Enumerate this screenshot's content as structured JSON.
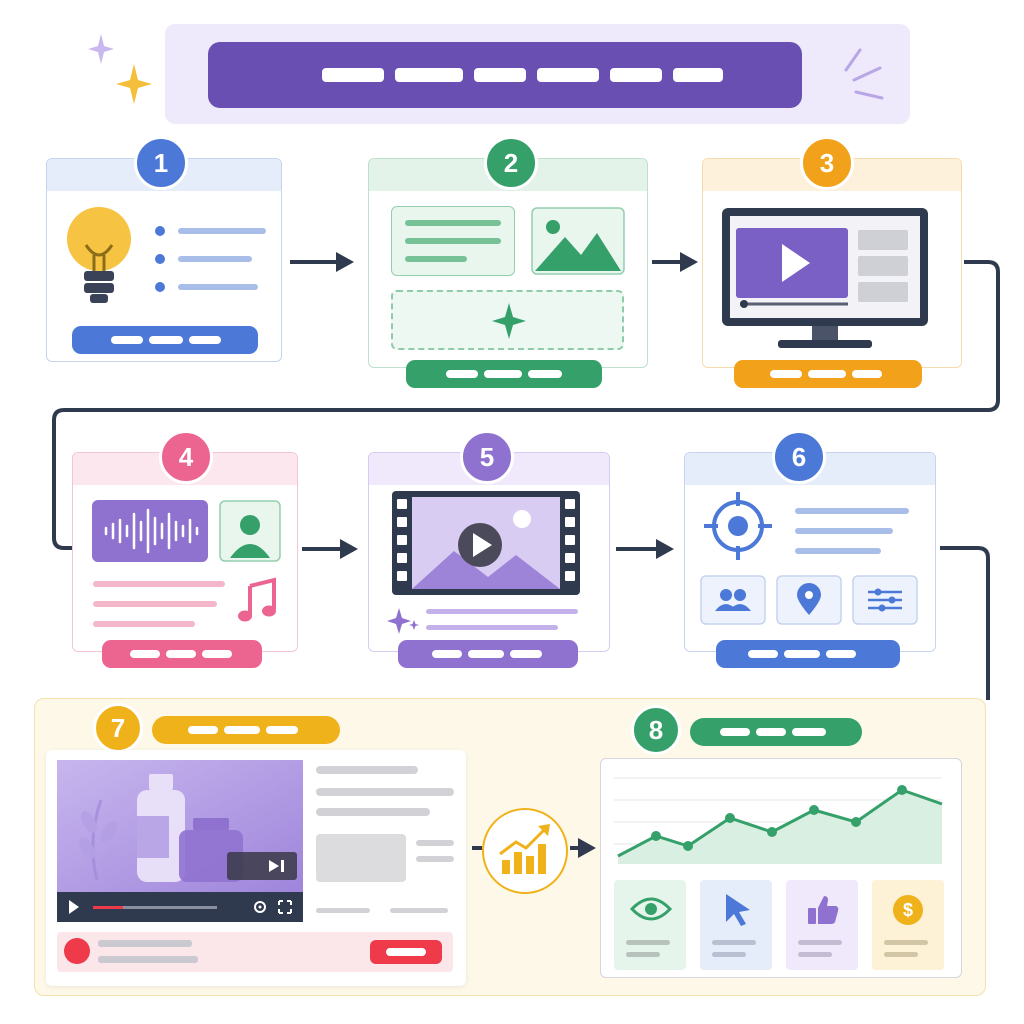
{
  "steps": [
    "1",
    "2",
    "3",
    "4",
    "5",
    "6",
    "7",
    "8"
  ],
  "colors": {
    "purple": "#6a4fb3",
    "blue": "#4c78d8",
    "green": "#35a06a",
    "orange": "#f2a21a",
    "pink": "#ec6590",
    "violet": "#8f72cf",
    "navy": "#2f3a4f",
    "red": "#ef3a4a",
    "gold": "#f0b21a"
  },
  "icons": {
    "step1": "lightbulb-icon",
    "step2": [
      "chat-bubble-icon",
      "image-icon",
      "sparkle-icon"
    ],
    "step3": [
      "monitor-icon",
      "play-icon"
    ],
    "step4": [
      "audio-waveform-icon",
      "user-avatar-icon",
      "music-note-icon"
    ],
    "step5": [
      "film-strip-icon",
      "play-icon",
      "sparkle-icon"
    ],
    "step6": [
      "target-icon",
      "users-icon",
      "location-pin-icon",
      "sliders-icon"
    ],
    "step7": [
      "product-bottle-icon",
      "skip-icon",
      "play-icon",
      "settings-icon",
      "fullscreen-icon",
      "record-icon"
    ],
    "transition": "growth-chart-icon",
    "step8": [
      "line-chart-icon",
      "eye-icon",
      "cursor-icon",
      "thumbs-up-icon",
      "dollar-icon"
    ]
  }
}
